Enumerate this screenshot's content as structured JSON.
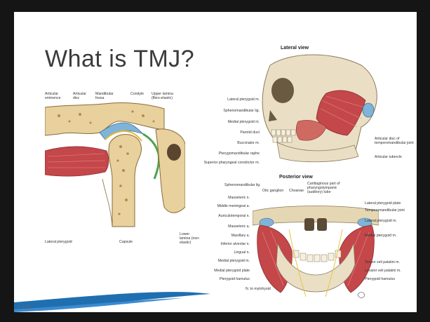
{
  "slide": {
    "title": "What is TMJ?"
  },
  "figure_left": {
    "labels_top": [
      "Articular eminence",
      "Articular disc",
      "Mandibular fossa",
      "Condyle",
      "Upper lamina (fibro-elastic)"
    ],
    "labels_bottom": [
      "Lateral pterygoid",
      "Capsule",
      "Lower lamina (non-elastic)"
    ]
  },
  "figure_lateral": {
    "heading": "Lateral view",
    "labels_left": [
      "Lateral pterygoid m.",
      "Sphenomandibular lig.",
      "Medial pterygoid m.",
      "Parotid duct",
      "Buccinator m.",
      "Pterygomandibular raphe",
      "Superior pharyngeal constrictor m."
    ],
    "labels_right": [
      "Articular disc of temporomandibular joint",
      "Articular tubercle"
    ]
  },
  "figure_posterior": {
    "heading": "Posterior view",
    "labels_top": [
      "Sphenomandibular lig.",
      "Otic ganglion",
      "Choanae",
      "Cartilaginous part of pharyngotympanic (auditory) tube"
    ],
    "labels_left": [
      "Masseteric n.",
      "Middle meningeal a.",
      "Auriculotemporal n.",
      "Masseteric a.",
      "Maxillary a.",
      "Inferior alveolar n.",
      "Lingual n.",
      "Medial pterygoid m.",
      "Medial pterygoid plate",
      "Pterygoid hamulus"
    ],
    "labels_right": [
      "Lateral pterygoid plate",
      "Temporomandibular joint",
      "Lateral pterygoid m.",
      "Medial pterygoid m.",
      "Tensor veli palatini m.",
      "Levator veli palatini m.",
      "Pterygoid hamulus"
    ],
    "labels_bottom": [
      "N. to mylohyoid"
    ]
  },
  "colors": {
    "accent_blue": "#1f6fb0",
    "title_gray": "#3b3b3b",
    "muscle_red": "#c4474a",
    "bone_tan": "#e6cf9a"
  }
}
